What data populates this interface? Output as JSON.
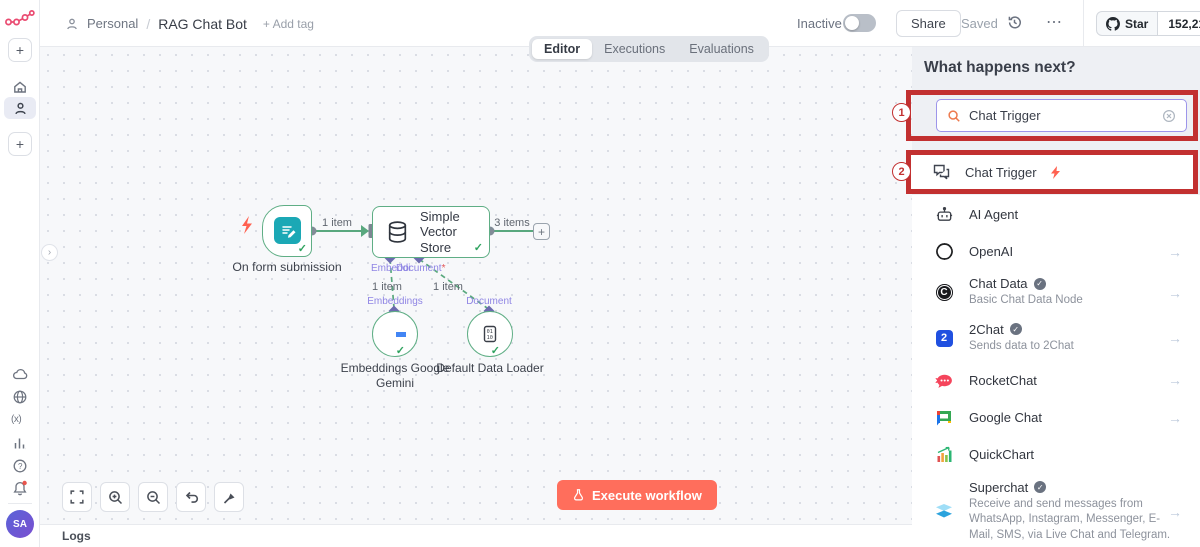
{
  "colors": {
    "brand": "#EA4B71",
    "execute_button": "#FF6E5C",
    "annotation_red": "#C23030",
    "node_green": "#5FAE85",
    "search_focus": "#9D95EA",
    "teal_form": "#1BA8B5",
    "port_violet": "#8F85E4"
  },
  "icons": {
    "plus": "+",
    "more": "⋯",
    "check": "✓",
    "chevron_right": "›",
    "question": "?",
    "variables": "(x)",
    "arrow_right": "→",
    "slash": "/"
  },
  "topbar": {
    "project": "Personal",
    "workflow_name": "RAG Chat Bot",
    "add_tag": "+ Add tag",
    "status": "Inactive",
    "share": "Share",
    "saved": "Saved",
    "github_star": "Star",
    "github_count": "152,211"
  },
  "tabs": {
    "editor": "Editor",
    "executions": "Executions",
    "evaluations": "Evaluations"
  },
  "canvas": {
    "trigger_label": "On form submission",
    "vector_label": "Simple Vector Store",
    "gemini_label": "Embeddings Google Gemini",
    "loader_label": "Default Data Loader",
    "conn_form_vector": "1 item",
    "conn_vector_out": "3 items",
    "conn_embedding": "1 item",
    "conn_document": "1 item",
    "port_embedding": "Embeddi",
    "port_document": "Document",
    "required_mark": "*",
    "label_embeddings": "Embeddings",
    "label_document": "Document",
    "execute_button": "Execute workflow",
    "logs_label": "Logs"
  },
  "panel": {
    "title": "What happens next?",
    "search_value": "Chat Trigger",
    "annotation_1": "1",
    "annotation_2": "2",
    "items": [
      {
        "label": "Chat Trigger"
      },
      {
        "label": "AI Agent"
      },
      {
        "label": "OpenAI"
      },
      {
        "label": "Chat Data",
        "desc": "Basic Chat Data Node"
      },
      {
        "label": "2Chat",
        "desc": "Sends data to 2Chat"
      },
      {
        "label": "RocketChat"
      },
      {
        "label": "Google Chat"
      },
      {
        "label": "QuickChart"
      },
      {
        "label": "Superchat",
        "desc": "Receive and send messages from WhatsApp, Instagram, Messenger, E-Mail, SMS, via Live Chat and Telegram."
      }
    ]
  },
  "sidebar": {
    "avatar": "SA"
  }
}
